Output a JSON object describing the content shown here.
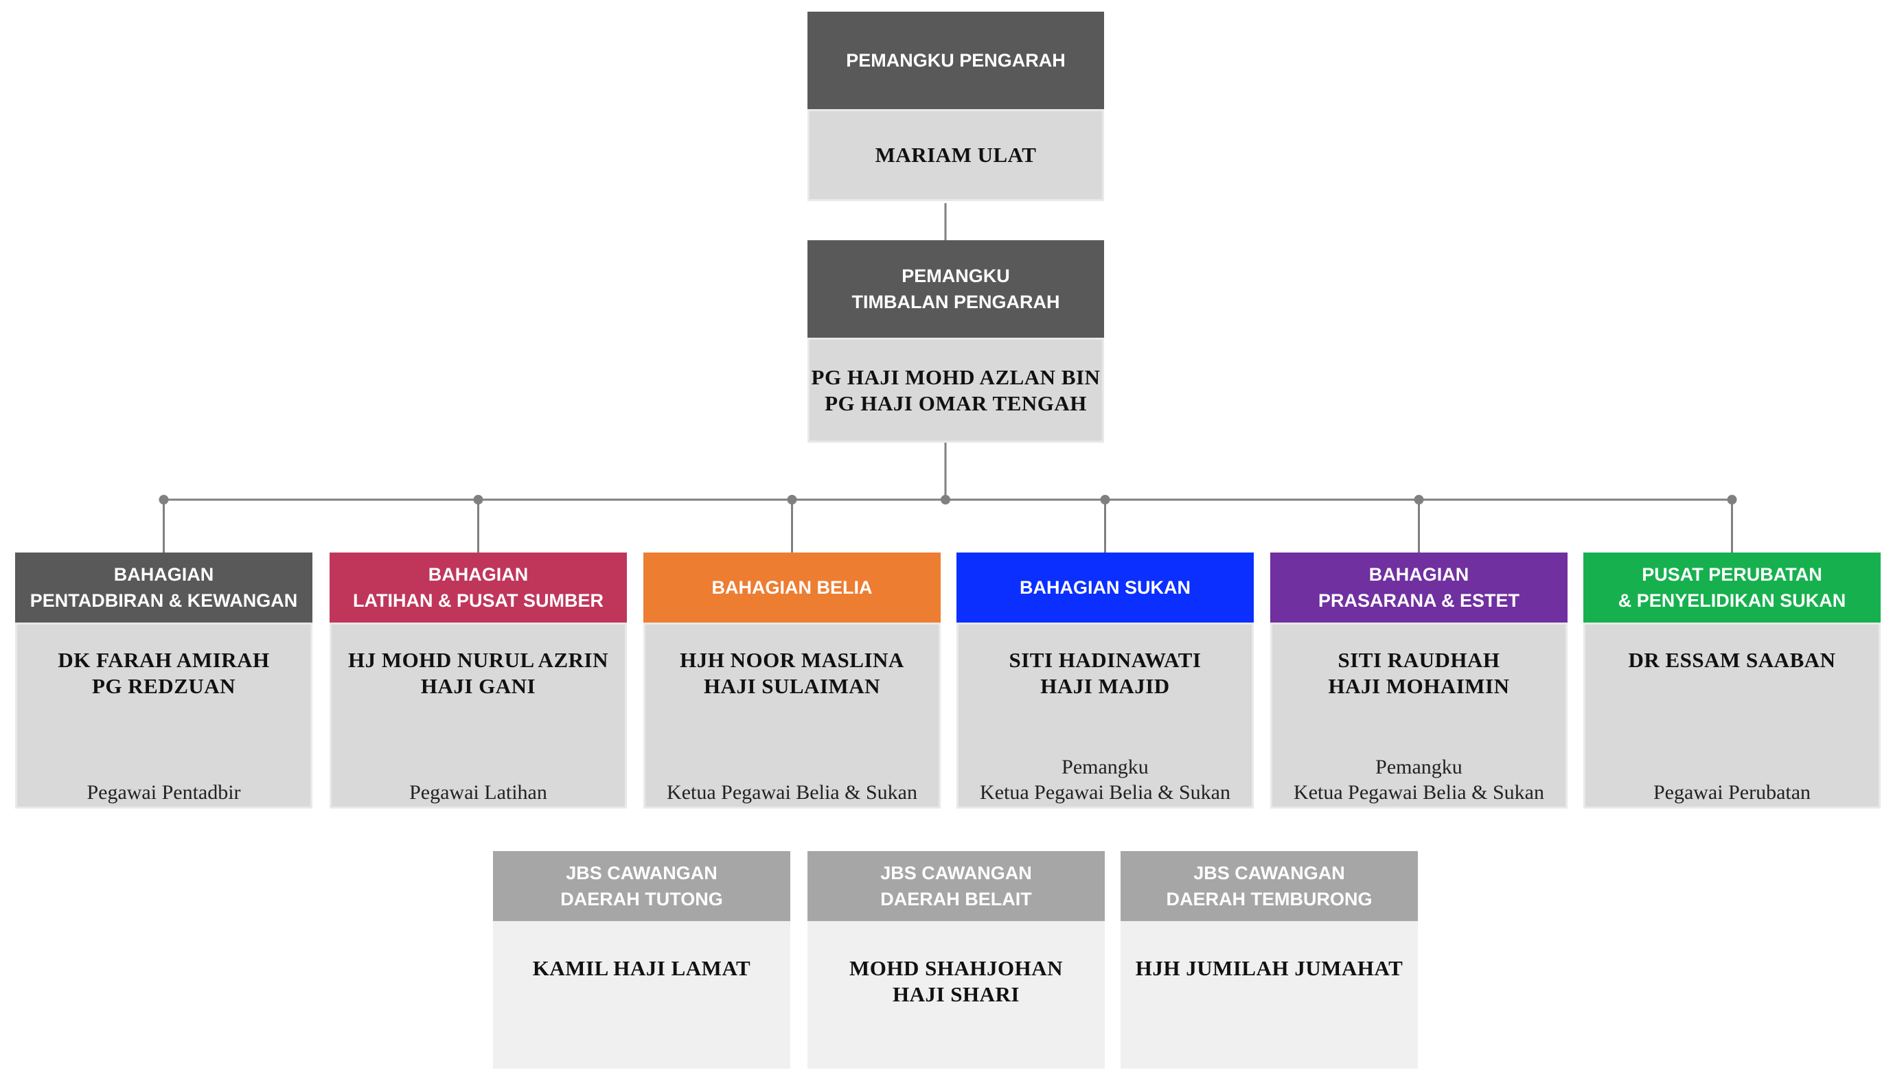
{
  "director": {
    "title": "PEMANGKU PENGARAH",
    "name": "MARIAM ULAT",
    "header_color": "#595959"
  },
  "deputy": {
    "title_lines": [
      "PEMANGKU",
      "TIMBALAN PENGARAH"
    ],
    "name_lines": [
      "PG HAJI MOHD AZLAN BIN",
      "PG HAJI OMAR TENGAH"
    ],
    "header_color": "#595959"
  },
  "divisions": [
    {
      "title_lines": [
        "BAHAGIAN",
        "PENTADBIRAN & KEWANGAN"
      ],
      "name_lines": [
        "DK FARAH AMIRAH",
        "PG REDZUAN"
      ],
      "role_lines": [
        "Pegawai Pentadbir"
      ],
      "color": "#595959"
    },
    {
      "title_lines": [
        "BAHAGIAN",
        "LATIHAN & PUSAT SUMBER"
      ],
      "name_lines": [
        "HJ MOHD NURUL AZRIN",
        "HAJI GANI"
      ],
      "role_lines": [
        "Pegawai Latihan"
      ],
      "color": "#c0365b"
    },
    {
      "title_lines": [
        "BAHAGIAN BELIA"
      ],
      "name_lines": [
        "HJH NOOR MASLINA",
        "HAJI SULAIMAN"
      ],
      "role_lines": [
        "Ketua Pegawai Belia & Sukan"
      ],
      "color": "#ed7d31"
    },
    {
      "title_lines": [
        "BAHAGIAN SUKAN"
      ],
      "name_lines": [
        "SITI HADINAWATI",
        "HAJI MAJID"
      ],
      "role_lines": [
        "Pemangku",
        "Ketua Pegawai Belia & Sukan"
      ],
      "color": "#0a2fff"
    },
    {
      "title_lines": [
        "BAHAGIAN",
        "PRASARANA & ESTET"
      ],
      "name_lines": [
        "SITI RAUDHAH",
        "HAJI MOHAIMIN"
      ],
      "role_lines": [
        "Pemangku",
        "Ketua Pegawai Belia & Sukan"
      ],
      "color": "#7030a0"
    },
    {
      "title_lines": [
        "PUSAT PERUBATAN",
        "& PENYELIDIKAN SUKAN"
      ],
      "name_lines": [
        "DR ESSAM SAABAN"
      ],
      "role_lines": [
        "Pegawai Perubatan"
      ],
      "color": "#17b04f"
    }
  ],
  "branches": [
    {
      "title_lines": [
        "JBS CAWANGAN",
        "DAERAH TUTONG"
      ],
      "name_lines": [
        "KAMIL HAJI LAMAT"
      ],
      "color": "#a6a6a6"
    },
    {
      "title_lines": [
        "JBS CAWANGAN",
        "DAERAH BELAIT"
      ],
      "name_lines": [
        "MOHD SHAHJOHAN",
        "HAJI SHARI"
      ],
      "color": "#a6a6a6"
    },
    {
      "title_lines": [
        "JBS CAWANGAN",
        "DAERAH TEMBURONG"
      ],
      "name_lines": [
        "HJH JUMILAH JUMAHAT"
      ],
      "color": "#a6a6a6"
    }
  ],
  "connector_color": "#808080"
}
